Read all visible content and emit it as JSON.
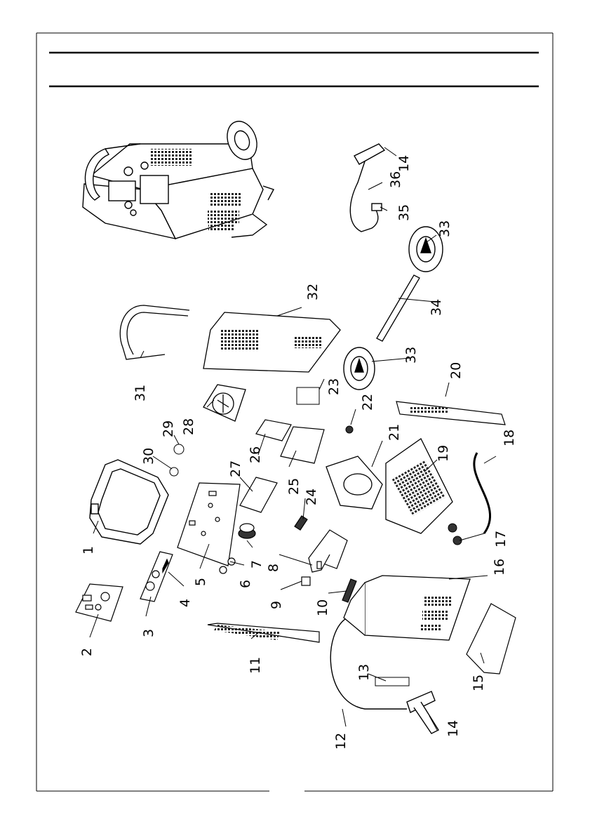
{
  "diagram": {
    "callouts": [
      {
        "id": "1",
        "label": "1"
      },
      {
        "id": "2",
        "label": "2"
      },
      {
        "id": "3",
        "label": "3"
      },
      {
        "id": "4",
        "label": "4"
      },
      {
        "id": "5",
        "label": "5"
      },
      {
        "id": "6",
        "label": "6"
      },
      {
        "id": "7",
        "label": "7"
      },
      {
        "id": "8",
        "label": "8"
      },
      {
        "id": "9",
        "label": "9"
      },
      {
        "id": "10",
        "label": "10"
      },
      {
        "id": "11",
        "label": "11"
      },
      {
        "id": "12",
        "label": "12"
      },
      {
        "id": "13",
        "label": "13"
      },
      {
        "id": "14a",
        "label": "14"
      },
      {
        "id": "14b",
        "label": "14"
      },
      {
        "id": "15",
        "label": "15"
      },
      {
        "id": "16",
        "label": "16"
      },
      {
        "id": "17",
        "label": "17"
      },
      {
        "id": "18",
        "label": "18"
      },
      {
        "id": "19",
        "label": "19"
      },
      {
        "id": "20",
        "label": "20"
      },
      {
        "id": "21",
        "label": "21"
      },
      {
        "id": "22",
        "label": "22"
      },
      {
        "id": "23",
        "label": "23"
      },
      {
        "id": "24",
        "label": "24"
      },
      {
        "id": "25",
        "label": "25"
      },
      {
        "id": "26",
        "label": "26"
      },
      {
        "id": "27",
        "label": "27"
      },
      {
        "id": "28",
        "label": "28"
      },
      {
        "id": "29",
        "label": "29"
      },
      {
        "id": "30",
        "label": "30"
      },
      {
        "id": "31",
        "label": "31"
      },
      {
        "id": "32",
        "label": "32"
      },
      {
        "id": "33a",
        "label": "33"
      },
      {
        "id": "33b",
        "label": "33"
      },
      {
        "id": "34",
        "label": "34"
      },
      {
        "id": "35",
        "label": "35"
      },
      {
        "id": "36",
        "label": "36"
      }
    ]
  }
}
